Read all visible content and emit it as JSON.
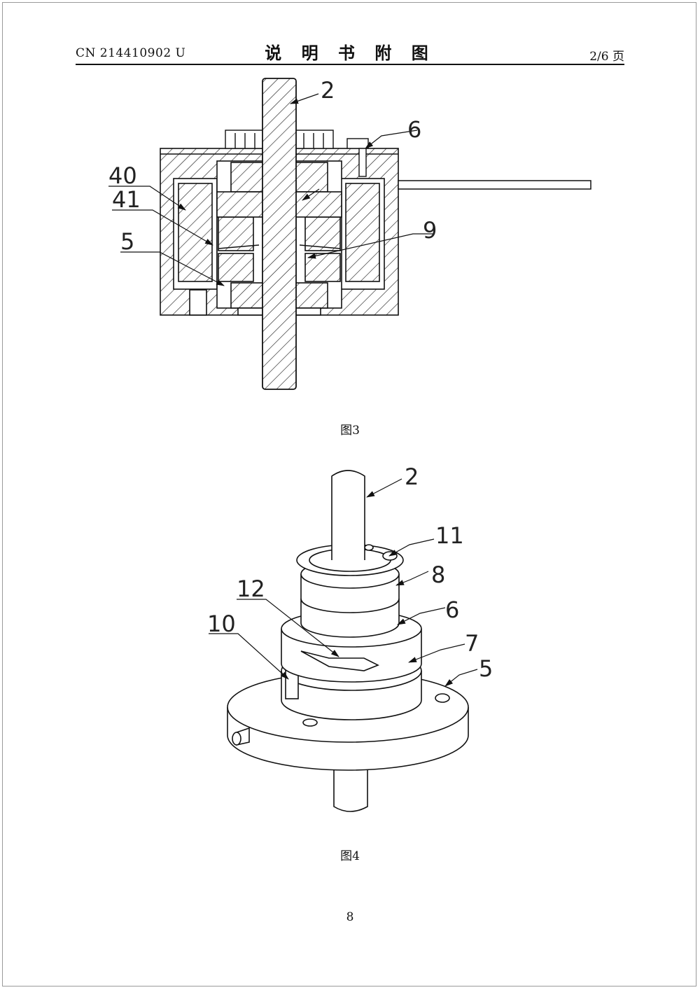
{
  "header": {
    "patent_number": "CN 214410902 U",
    "title": "说 明 书 附 图",
    "page_indicator": "2/6 页"
  },
  "figure3": {
    "caption": "图3",
    "labels": {
      "l2": "2",
      "l6": "6",
      "l40": "40",
      "l41": "41",
      "l5": "5",
      "l9": "9"
    }
  },
  "figure4": {
    "caption": "图4",
    "labels": {
      "l2": "2",
      "l11": "11",
      "l8": "8",
      "l12": "12",
      "l6": "6",
      "l10": "10",
      "l7": "7",
      "l5": "5"
    }
  },
  "footer": {
    "page_number": "8"
  }
}
